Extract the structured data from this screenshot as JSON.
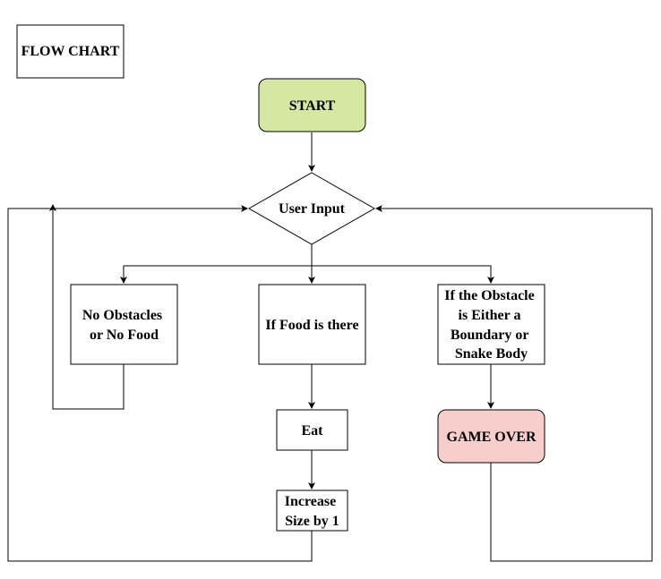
{
  "title": "FLOW CHART",
  "colors": {
    "start_fill": "#d5e8a2",
    "start_stroke": "#5e7d32",
    "game_over_fill": "#f8cecc",
    "game_over_stroke": "#8a4a4a",
    "box_fill": "#ffffff",
    "line": "#000000"
  },
  "nodes": {
    "start": {
      "label": "START"
    },
    "user_input": {
      "label": "User Input"
    },
    "no_obstacles": {
      "lines": [
        "No Obstacles",
        "or No Food"
      ]
    },
    "food": {
      "label": "If Food is there"
    },
    "obstacle": {
      "lines": [
        "If the Obstacle",
        "is Either a",
        "Boundary or",
        "Snake Body"
      ]
    },
    "eat": {
      "label": "Eat"
    },
    "increase": {
      "lines": [
        "Increase",
        "Size by 1"
      ]
    },
    "game_over": {
      "label": "GAME OVER"
    }
  }
}
